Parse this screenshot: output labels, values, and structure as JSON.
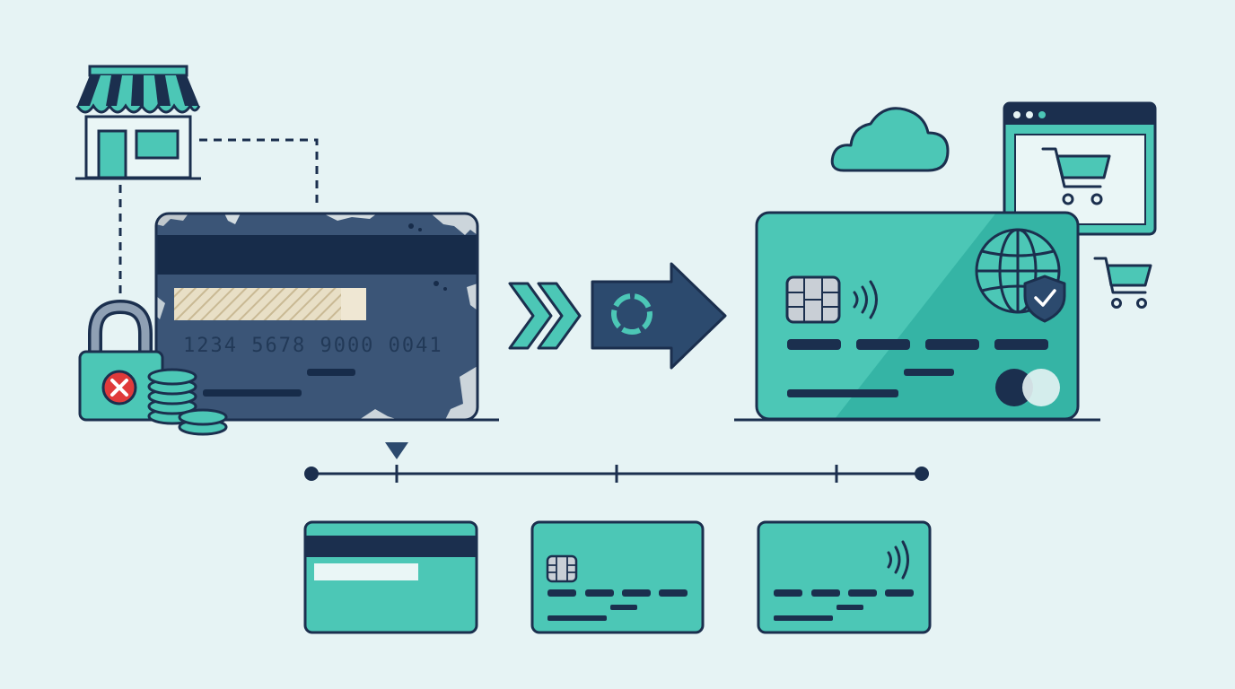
{
  "old_card": {
    "number": "1234 5678 9000 0041"
  },
  "colors": {
    "background": "#e6f3f4",
    "navy": "#1b2f4e",
    "slate": "#3b5577",
    "teal": "#4cc7b6",
    "teal_dark": "#2fb1a2",
    "alert_red": "#e03a3a"
  },
  "timeline": {
    "stages": 3,
    "current_stage": 1
  },
  "icons": [
    "storefront-icon",
    "padlock-icon",
    "error-x-icon",
    "coins-icon",
    "double-chevron-icon",
    "arrow-icon",
    "loading-spinner-icon",
    "cloud-icon",
    "browser-window-icon",
    "shopping-cart-icon",
    "globe-icon",
    "shield-check-icon",
    "emv-chip-icon",
    "contactless-icon",
    "card-brand-logo-icon"
  ]
}
